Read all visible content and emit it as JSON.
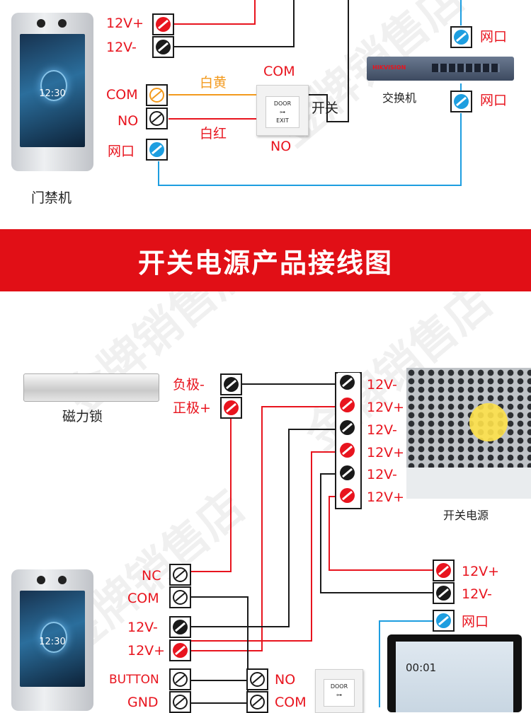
{
  "top": {
    "labels": {
      "v12p": "12V+",
      "v12m": "12V-",
      "com_left": "COM",
      "no_left": "NO",
      "net_left": "网口",
      "white_yellow": "白黄",
      "white_red": "白红",
      "com_top": "COM",
      "no_bottom": "NO",
      "switch_label": "开关",
      "net_right_top": "网口",
      "net_right_bottom": "网口",
      "switch_device": "交换机",
      "door_device": "门禁机",
      "clock": "12:30"
    }
  },
  "banner": {
    "title": "开关电源产品接线图"
  },
  "bottom": {
    "labels": {
      "neg": "负极-",
      "pos": "正极+",
      "lock": "磁力锁",
      "p1": "12V-",
      "p2": "12V+",
      "p3": "12V-",
      "p4": "12V+",
      "p5": "12V-",
      "p6": "12V+",
      "psu": "开关电源",
      "nc": "NC",
      "com": "COM",
      "d12m": "12V-",
      "d12p": "12V+",
      "button": "BUTTON",
      "gnd": "GND",
      "sw_no": "NO",
      "sw_com": "COM",
      "r12p": "12V+",
      "r12m": "12V-",
      "net": "网口",
      "monitor_time": "00:01"
    }
  },
  "door_button": {
    "line1": "DOOR",
    "line2": "EXIT"
  },
  "watermark": "金牌销售店",
  "colors": {
    "red": "#e8141e",
    "blue": "#1d9ee0",
    "black": "#1a1a1a",
    "orange": "#f39a1d",
    "banner": "#e10f16"
  }
}
